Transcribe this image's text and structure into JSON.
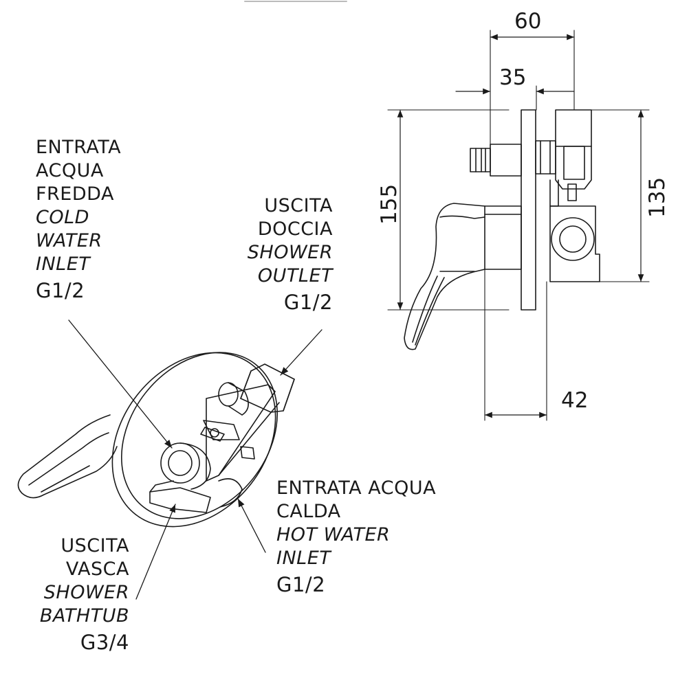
{
  "labels": {
    "cold": {
      "it_line1": "ENTRATA",
      "it_line2": "ACQUA",
      "it_line3": "FREDDA",
      "en_line1": "COLD",
      "en_line2": "WATER",
      "en_line3": "INLET",
      "thread": "G1/2"
    },
    "shower": {
      "it_line1": "USCITA",
      "it_line2": "DOCCIA",
      "en_line1": "SHOWER",
      "en_line2": "OUTLET",
      "thread": "G1/2"
    },
    "hot": {
      "it_line1": "ENTRATA ACQUA",
      "it_line2": "CALDA",
      "en_line1": "HOT WATER",
      "en_line2": "INLET",
      "thread": "G1/2"
    },
    "bath": {
      "it_line1": "USCITA",
      "it_line2": "VASCA",
      "en_line1": "SHOWER",
      "en_line2": "BATHTUB",
      "thread": "G3/4"
    }
  },
  "dimensions": {
    "d60": "60",
    "d35": "35",
    "d155": "155",
    "d135": "135",
    "d42": "42"
  },
  "colors": {
    "line": "#1a1a1a",
    "background": "#ffffff"
  }
}
